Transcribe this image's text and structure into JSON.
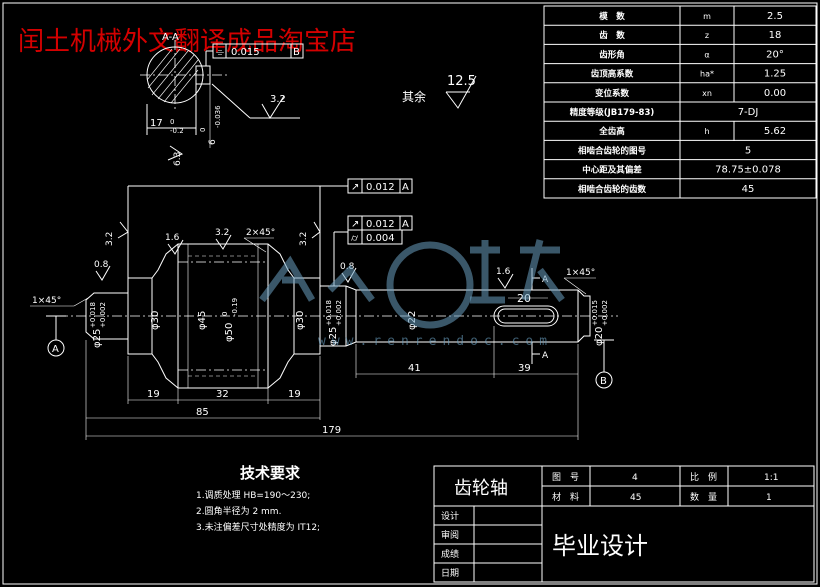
{
  "watermark_text": "闰土机械外文翻译成品淘宝店",
  "watermark_logo_url": "www.renrendoc.com",
  "section": {
    "label": "A-A",
    "flatness_symbol": "⌯",
    "flatness_tol": "0.015",
    "flatness_datum": "B",
    "surface_rough": "3.2",
    "dim_depth": "17",
    "dim_depth_tol": "0",
    "dim_depth_tol2": "-0.2",
    "dim_width": "6",
    "dim_width_tol1": "0",
    "dim_width_tol2": "-0.036",
    "left_rough": "6.3"
  },
  "other_roughness": {
    "label": "其余",
    "value": "12.5"
  },
  "params_table": [
    {
      "name": "模　数",
      "symbol": "m",
      "value": "2.5"
    },
    {
      "name": "齿　数",
      "symbol": "z",
      "value": "18"
    },
    {
      "name": "齿形角",
      "symbol": "α",
      "value": "20°"
    },
    {
      "name": "齿顶高系数",
      "symbol": "ha*",
      "value": "1.25"
    },
    {
      "name": "变位系数",
      "symbol": "xn",
      "value": "0.00"
    },
    {
      "name": "精度等级(JB179-83)",
      "symbol": "",
      "value": "7-DJ"
    },
    {
      "name": "全齿高",
      "symbol": "h",
      "value": "5.62"
    },
    {
      "name": "相啮合齿轮的图号",
      "symbol": "",
      "value": "5"
    },
    {
      "name": "中心距及其偏差",
      "symbol": "",
      "value": "78.75±0.078"
    },
    {
      "name": "相啮合齿轮的齿数",
      "symbol": "",
      "value": "45"
    }
  ],
  "gdt": {
    "runout1": "0.012",
    "runout1_datum": "A",
    "runout2": "0.012",
    "runout2_datum": "A",
    "cyl": "0.004"
  },
  "dims": {
    "r32a": "3.2",
    "r16a": "1.6",
    "r32b": "3.2",
    "chamfer1": "2×45°",
    "r32c": "3.2",
    "r08a": "0.8",
    "r08b": "0.8",
    "r16b": "1.6",
    "chamfer2": "1×45°",
    "chamfer3": "1×45°",
    "d25a": "φ25",
    "d25a_tol": "+0.018",
    "d25a_tol2": "+0.002",
    "d30a": "φ30",
    "d45": "φ45",
    "d50": "φ50",
    "d50_tol": "0",
    "d50_tol2": "-0.19",
    "d30b": "φ30",
    "d25b": "φ25",
    "d25b_tol": "+0.018",
    "d25b_tol2": "+0.002",
    "d22": "φ22",
    "key_len": "20",
    "d20": "φ20",
    "d20_tol": "+0.015",
    "d20_tol2": "+0.002",
    "l19a": "19",
    "l32": "32",
    "l19b": "19",
    "l85": "85",
    "l41": "41",
    "l39": "39",
    "l179": "179",
    "sec_mark": "A",
    "datum_a": "A",
    "datum_b": "B"
  },
  "tech_req": {
    "title": "技术要求",
    "items": [
      "1.调质处理 HB=190～230;",
      "2.圆角半径为 2 mm.",
      "3.未注偏差尺寸处精度为 IT12;"
    ]
  },
  "title_block": {
    "part_name": "齿轮轴",
    "drawing_no_label": "图　号",
    "drawing_no": "4",
    "scale_label": "比　例",
    "scale": "1:1",
    "material_label": "材　料",
    "material": "45",
    "qty_label": "数　量",
    "qty": "1",
    "design": "设计",
    "review": "审阅",
    "grade": "成绩",
    "date": "日期",
    "project": "毕业设计"
  }
}
